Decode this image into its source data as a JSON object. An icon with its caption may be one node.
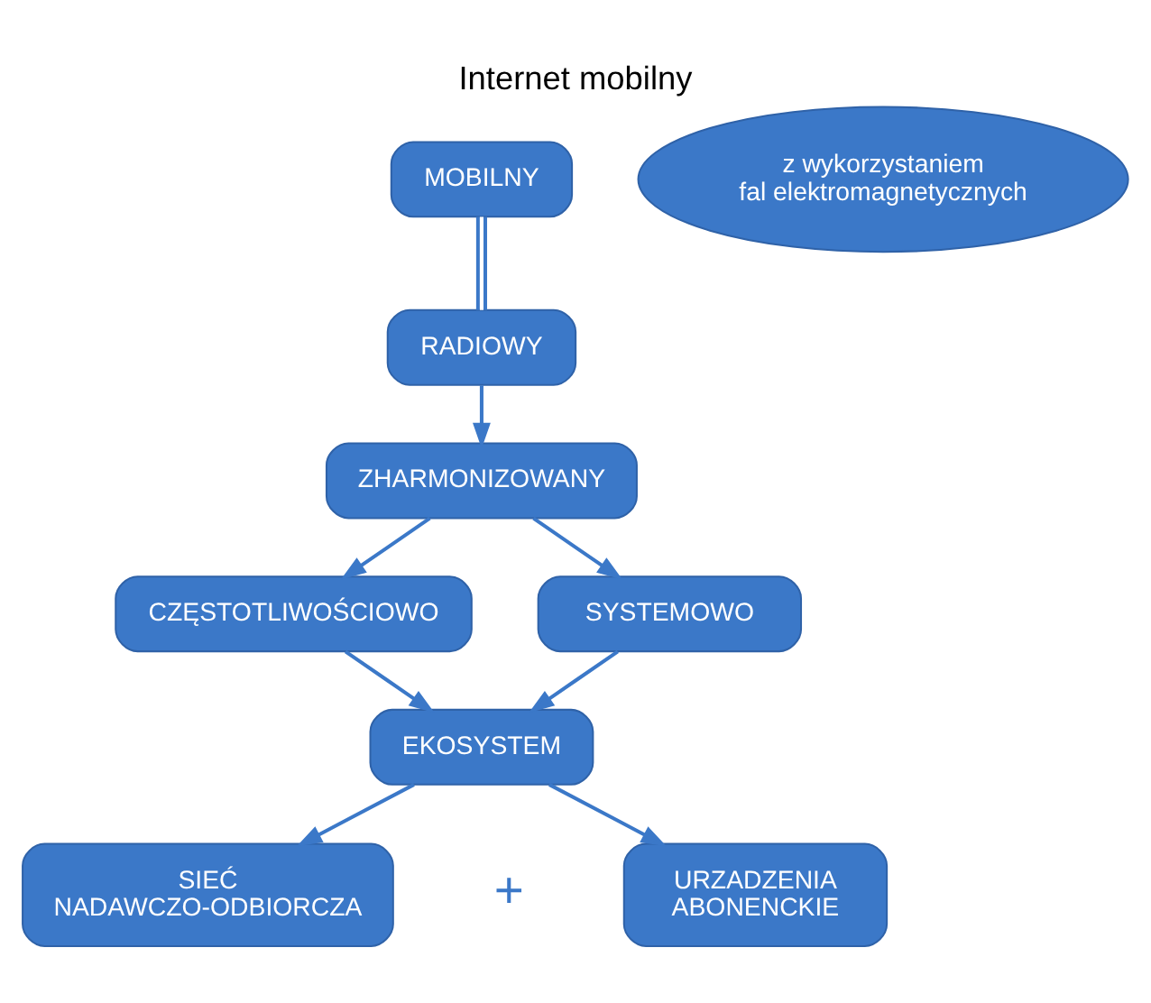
{
  "diagram": {
    "title": "Internet mobilny",
    "nodes": [
      {
        "text": [
          "MOBILNY"
        ]
      },
      {
        "text": [
          "z wykorzystaniem fal elektromagnetycznych"
        ]
      },
      {
        "text": [
          "RADIOWY"
        ]
      },
      {
        "text": [
          "ZHARMONIZOWANY"
        ]
      },
      {
        "text": [
          "CZĘSTOTLIWOŚCIOWO"
        ]
      },
      {
        "text": [
          "SYSTEMOWO"
        ]
      },
      {
        "text": [
          "EKOSYSTEM"
        ]
      },
      {
        "text": [
          "SIEĆ NADAWCZO-ODBIORCZA"
        ]
      },
      {
        "text": [
          "URZADZENIA ABONENCKIE"
        ]
      }
    ],
    "edges": [
      {
        "from": 0,
        "to": 2,
        "arrow": "none"
      },
      {
        "from": 2,
        "to": 3,
        "arrow": "to"
      },
      {
        "from": 3,
        "to": 4,
        "arrow": "to"
      },
      {
        "from": 3,
        "to": 5,
        "arrow": "to"
      },
      {
        "from": 4,
        "to": 6,
        "arrow": "to"
      },
      {
        "from": 5,
        "to": 6,
        "arrow": "to"
      },
      {
        "from": 6,
        "to": 7,
        "arrow": "to"
      },
      {
        "from": 6,
        "to": 8,
        "arrow": "to"
      }
    ],
    "labels": [
      "+"
    ]
  }
}
